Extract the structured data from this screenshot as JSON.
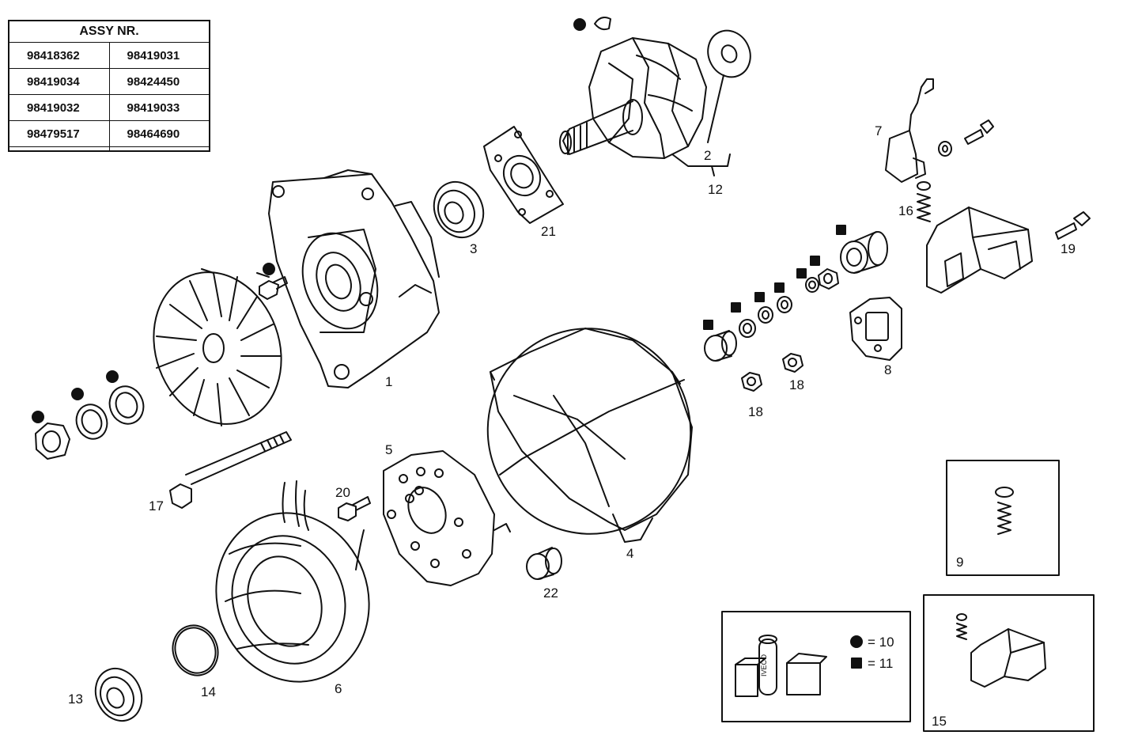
{
  "assembly_table": {
    "header": "ASSY NR.",
    "rows": [
      [
        "98418362",
        "98419031"
      ],
      [
        "98419034",
        "98424450"
      ],
      [
        "98419032",
        "98419033"
      ],
      [
        "98479517",
        "98464690"
      ],
      [
        "",
        ""
      ]
    ]
  },
  "callouts": [
    "1",
    "2",
    "12",
    "3",
    "4",
    "5",
    "6",
    "7",
    "8",
    "9",
    "13",
    "14",
    "15",
    "16",
    "17",
    "18",
    "18",
    "19",
    "20",
    "21",
    "22"
  ],
  "legend": {
    "circle_label": "= 10",
    "square_label": "= 11",
    "kit_brand": "IVECO"
  },
  "colors": {
    "ink": "#111111",
    "paper": "#ffffff"
  }
}
